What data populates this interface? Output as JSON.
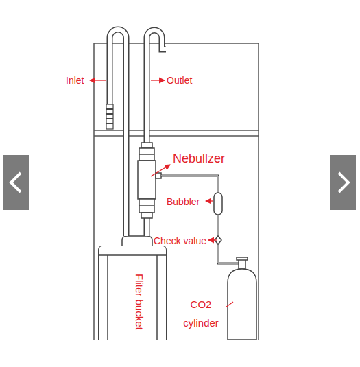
{
  "diagram": {
    "nodes": [
      {
        "text": [
          "Fliter bucket"
        ]
      }
    ],
    "labels": [
      "Inlet",
      "Outlet",
      "Nebullzer",
      "Bubbler",
      "Check value",
      "CO2 cylinder"
    ]
  }
}
